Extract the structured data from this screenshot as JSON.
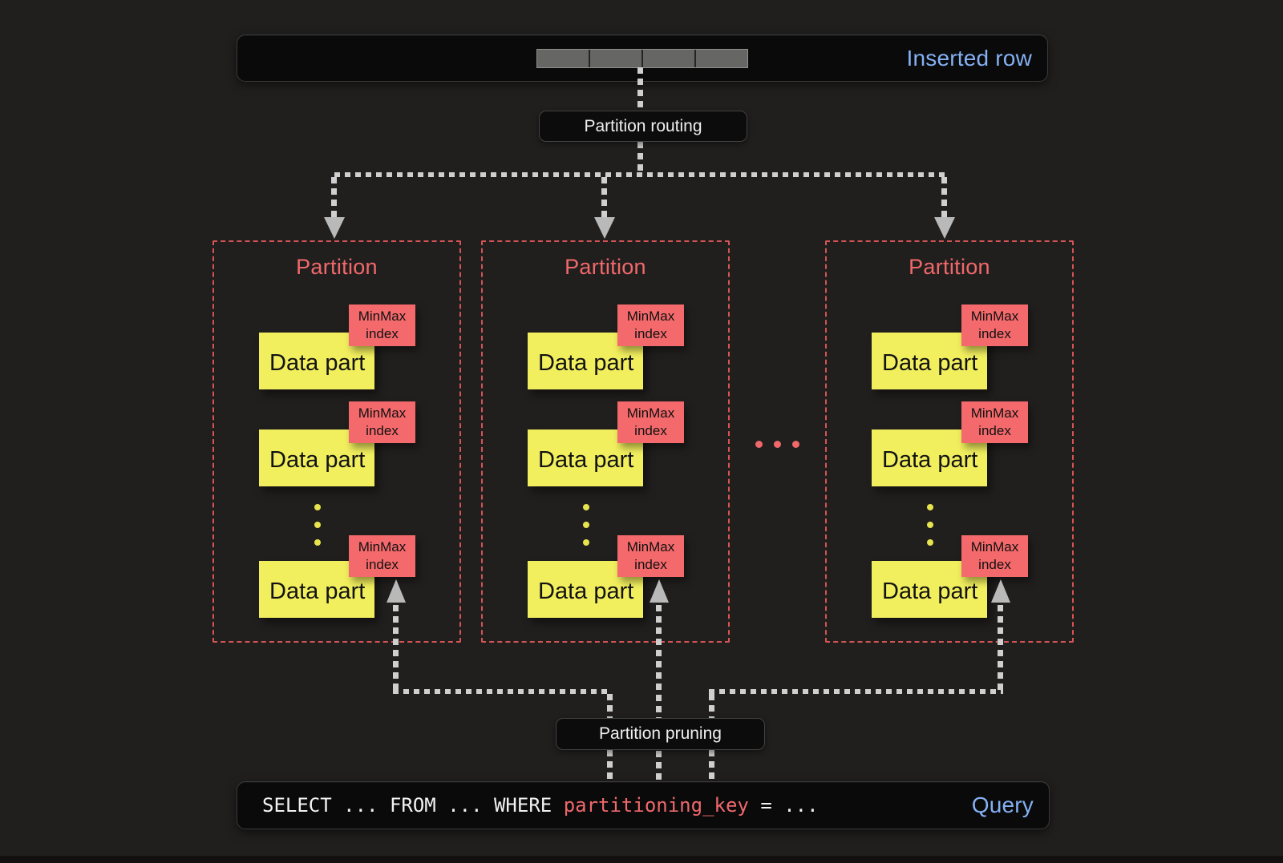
{
  "colors": {
    "background": "#211f1e",
    "box_fill": "#0a0a0a",
    "yellow_part": "#f2ef5e",
    "red_tag": "#f4696b",
    "red_partition_border": "#d75456",
    "red_title": "#f1686a",
    "blue_label": "#84b0f4",
    "gray_line": "#cfcfcf",
    "gray_cell": "#666665"
  },
  "inserted_row": {
    "label": "Inserted row",
    "cell_count": 4
  },
  "routing_label": "Partition routing",
  "pruning_label": "Partition pruning",
  "partitions": [
    {
      "title": "Partition",
      "data_parts": [
        {
          "label": "Data part",
          "index_tag": "MinMax index"
        },
        {
          "label": "Data part",
          "index_tag": "MinMax index"
        },
        {
          "label": "Data part",
          "index_tag": "MinMax index"
        }
      ]
    },
    {
      "title": "Partition",
      "data_parts": [
        {
          "label": "Data part",
          "index_tag": "MinMax index"
        },
        {
          "label": "Data part",
          "index_tag": "MinMax index"
        },
        {
          "label": "Data part",
          "index_tag": "MinMax index"
        }
      ]
    },
    {
      "title": "Partition",
      "data_parts": [
        {
          "label": "Data part",
          "index_tag": "MinMax index"
        },
        {
          "label": "Data part",
          "index_tag": "MinMax index"
        },
        {
          "label": "Data part",
          "index_tag": "MinMax index"
        }
      ]
    }
  ],
  "query": {
    "text_before_key": "SELECT ... FROM ... WHERE ",
    "key": "partitioning_key",
    "text_after_key": " = ...",
    "label": "Query"
  }
}
